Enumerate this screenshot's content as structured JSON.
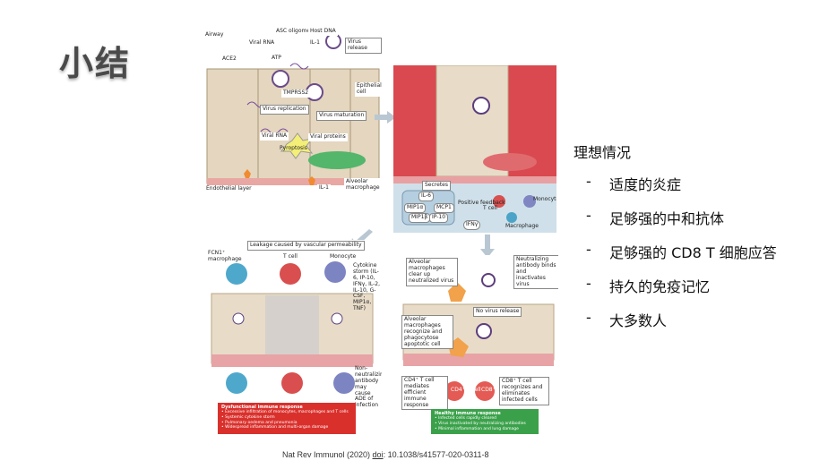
{
  "slide": {
    "title": "小结",
    "section_heading": "理想情况",
    "bullets": [
      "适度的炎症",
      "足够强的中和抗体",
      "足够强的 CD8 T 细胞应答",
      "持久的免疫记忆",
      "大多数人"
    ],
    "reference": {
      "prefix": "Nat Rev Immunol (2020) ",
      "link": "doi",
      "suffix": ": 10.1038/s41577-020-0311-8"
    }
  },
  "figure": {
    "panel_a": {
      "airway": "Airway",
      "ace2": "ACE2",
      "viral_rna": "Viral RNA",
      "asc": "ASC oligomer",
      "host_dna": "Host DNA",
      "il1": "IL-1",
      "atp": "ATP",
      "virus_release": "Virus release",
      "tmprss2": "TMPRSS2",
      "epithelial": "Epithelial cell",
      "virus_replication": "Virus replication",
      "virus_maturation": "Virus maturation",
      "viral_rna2": "Viral RNA",
      "viral_proteins": "Viral proteins",
      "pyroptosis": "Pyroptosis",
      "endothelial": "Endothelial layer",
      "il1b": "IL-1",
      "alveolar": "Alveolar macrophage"
    },
    "panel_b": {
      "secretes": "Secretes",
      "il6": "IL-6",
      "mcp1": "MCP1",
      "mip1a": "MIP1α",
      "mip1b": "MIP1β",
      "ip10": "IP-10",
      "positive_feedback": "Positive feedback",
      "ifn": "IFNγ",
      "tcell": "T cell",
      "monocyte": "Monocyte",
      "macrophage": "Macrophage"
    },
    "panel_c": {
      "leakage": "Leakage caused by vascular permeability",
      "fcnh": "FCN1⁺ macrophage",
      "tcell": "T cell",
      "monocyte": "Monocyte",
      "cytokine_storm": "Cytokine storm (IL-6, IP-10, IFNγ, IL-2, IL-10, G-CSF, MIP1α, TNF)",
      "non_neutralizing": "Non-neutralizing antibody may cause ADE of infection",
      "box_title": "Dysfunctional immune response",
      "box_items": [
        "• Excessive infiltration of monocytes, macrophages and T cells",
        "• Systemic cytokine storm",
        "• Pulmonary oedema and pneumonia",
        "• Widespread inflammation and multi-organ damage"
      ]
    },
    "panel_d": {
      "alveolar_clear": "Alveolar macrophages clear up neutralized virus",
      "neutralizing": "Neutralizing antibody binds and inactivates virus",
      "no_virus": "No virus release",
      "alveolar_recognize": "Alveolar macrophages recognize and phagocytose apoptotic cell",
      "cd4_note": "CD4⁺ T cell mediates efficient immune response",
      "cd4": "CD4⁺ T cell",
      "cd8": "CD8⁺ T cell",
      "cd8_note": "CD8⁺ T cell recognizes and eliminates infected cells",
      "box_title": "Healthy immune response",
      "box_items": [
        "• Infected cells rapidly cleared",
        "• Virus inactivated by neutralizing antibodies",
        "• Minimal inflammation and lung damage"
      ]
    }
  },
  "colors": {
    "epithelium": "#e8dcc8",
    "inflamed": "#d94f55",
    "panel_bg_blue": "#cfe0ea",
    "red_box": "#d9302c",
    "green_box": "#3aa14a"
  }
}
